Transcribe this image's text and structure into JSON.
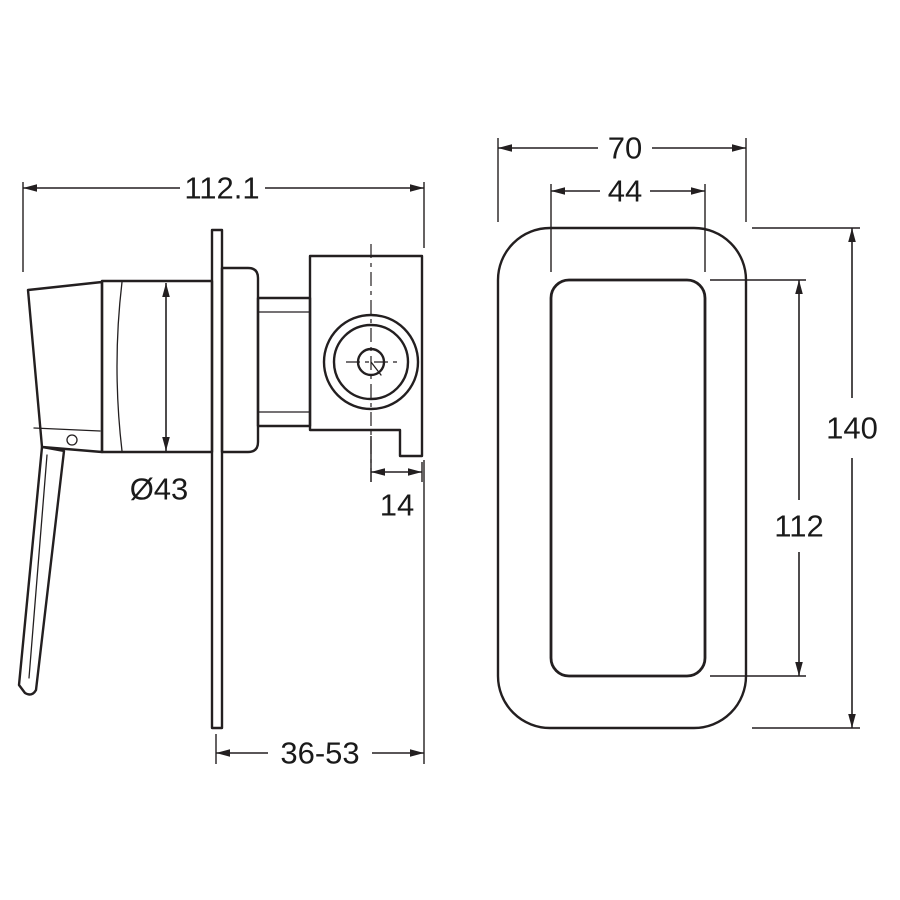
{
  "drawing": {
    "background": "#ffffff",
    "line_color": "#231f20",
    "labels": {
      "overall_width": "112.1",
      "diameter": "Ø43",
      "outlet_offset": "14",
      "depth_range": "36-53",
      "plate_width": "70",
      "cutout_width": "44",
      "plate_height": "140",
      "cutout_height": "112"
    }
  }
}
